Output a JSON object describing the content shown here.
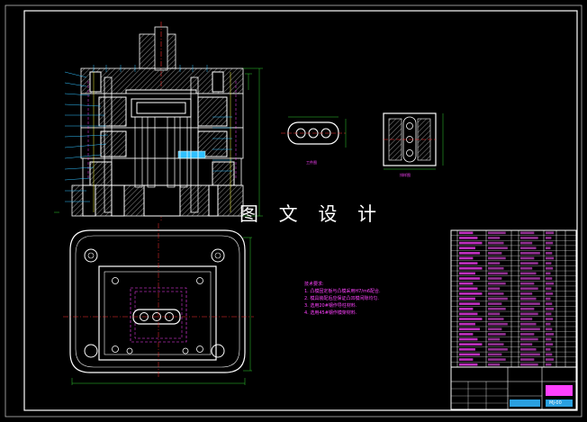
{
  "watermark": "图 文 设 计",
  "views": {
    "part_caption": "工件图",
    "side_caption": "排样图"
  },
  "notes": {
    "title": "技术要求:",
    "items": [
      "1. 凸模固定板与凸模采用H7/m6配合.",
      "2. 模具装配后应保证凸凹模间隙均匀.",
      "3. 选用20#钢作导柱材料.",
      "4. 选用45#钢作模架材料."
    ]
  },
  "title_block": {
    "drawing_no": "MJ-00"
  },
  "colors": {
    "background": "#000000",
    "frame": "#ffffff",
    "section": "#4a4a4a",
    "centerline": "#ff3030",
    "dimension": "#30d030",
    "leader": "#30c0ff",
    "highlight": "#ffff40",
    "accent": "#ff40ff"
  }
}
